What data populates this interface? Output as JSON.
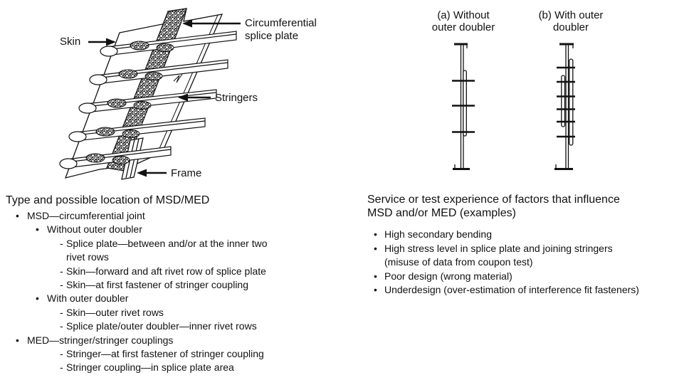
{
  "colors": {
    "ink": "#111111",
    "background": "#ffffff"
  },
  "iso_diagram": {
    "labels": {
      "skin": "Skin",
      "splice_line1": "Circumferential",
      "splice_line2": "splice plate",
      "stringers": "Stringers",
      "frame": "Frame"
    }
  },
  "cross_sections": {
    "a_title_line1": "(a) Without",
    "a_title_line2": "outer doubler",
    "b_title_line1": "(b) With outer",
    "b_title_line2": "doubler"
  },
  "left_panel": {
    "heading": "Type and possible location of MSD/MED",
    "items": [
      {
        "marker": "•",
        "text": "MSD—circumferential joint"
      },
      {
        "marker": "•",
        "text": "Without outer doubler"
      },
      {
        "marker": "-",
        "text": "Splice plate—between and/or at the inner two"
      },
      {
        "marker": "",
        "text": "rivet rows"
      },
      {
        "marker": "-",
        "text": "Skin—forward and aft rivet row of splice plate"
      },
      {
        "marker": "-",
        "text": "Skin—at first fastener of stringer coupling"
      },
      {
        "marker": "•",
        "text": "With outer doubler"
      },
      {
        "marker": "-",
        "text": "Skin—outer rivet rows"
      },
      {
        "marker": "-",
        "text": "Splice plate/outer doubler—inner rivet rows"
      },
      {
        "marker": "•",
        "text": "MED—stringer/stringer couplings"
      },
      {
        "marker": "-",
        "text": "Stringer—at first fastener of stringer coupling"
      },
      {
        "marker": "-",
        "text": "Stringer coupling—in splice plate area"
      }
    ]
  },
  "right_panel": {
    "heading_line1": "Service or test experience of factors that influence",
    "heading_line2": "MSD and/or MED (examples)",
    "items": [
      {
        "marker": "•",
        "text": "High secondary bending"
      },
      {
        "marker": "•",
        "text": "High stress level in splice plate and joining stringers"
      },
      {
        "marker": "",
        "text": "(misuse of data from coupon test)"
      },
      {
        "marker": "•",
        "text": "Poor design (wrong material)"
      },
      {
        "marker": "•",
        "text": "Underdesign (over-estimation of interference fit fasteners)"
      }
    ]
  }
}
